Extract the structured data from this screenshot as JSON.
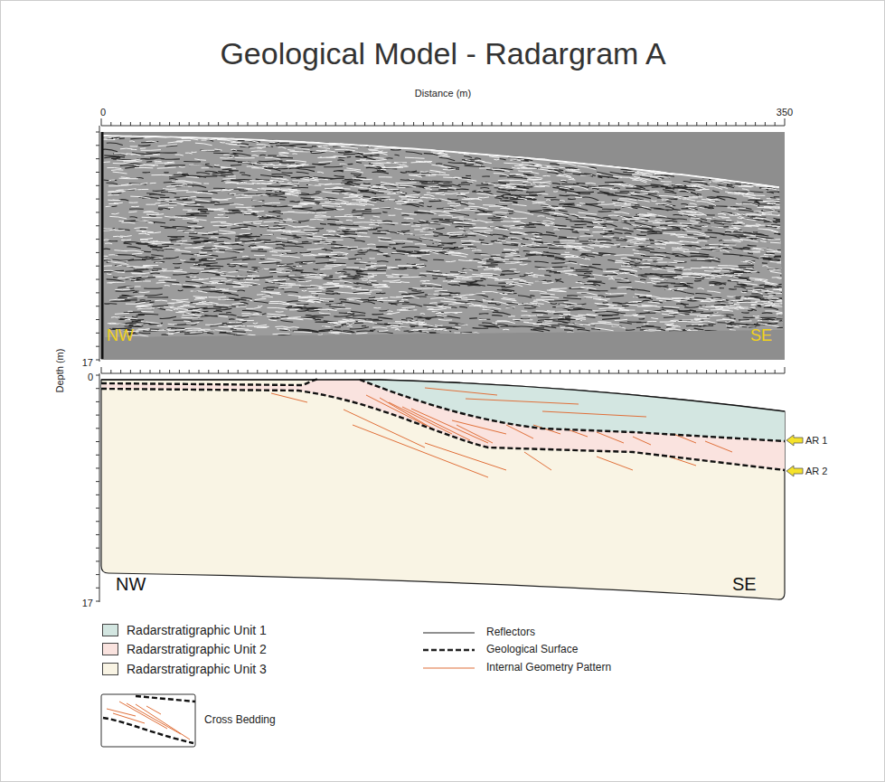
{
  "diagram": {
    "title": "Geological Model - Radargram A",
    "labels": [
      "Distance (m)",
      "0",
      "350",
      "Depth (m)",
      "17",
      "NW",
      "SE",
      "0",
      "17",
      "NW",
      "SE",
      "AR 1",
      "AR 2"
    ],
    "legend": [
      {
        "text": "Radarstratigraphic Unit 1",
        "color": "#d3e6e1"
      },
      {
        "text": "Radarstratigraphic Unit 2",
        "color": "#fae3df"
      },
      {
        "text": "Radarstratigraphic Unit 3",
        "color": "#f9f4e4"
      },
      {
        "text": "Reflectors"
      },
      {
        "text": "Geological Surface"
      },
      {
        "text": "Internal Geometry Pattern"
      },
      {
        "text": "Cross Bedding"
      }
    ]
  }
}
